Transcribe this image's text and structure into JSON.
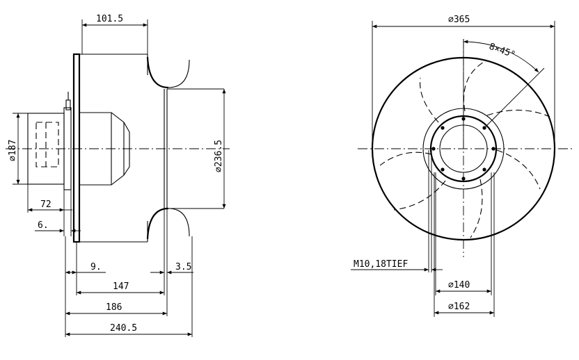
{
  "side_view": {
    "dims": {
      "top_width": "101.5",
      "hub_diameter": "⌀187",
      "inlet_diameter": "⌀236.5",
      "motor_len": "72",
      "flange": "6.",
      "gap_left": "9.",
      "gap_right": "3.5",
      "body_len": "147",
      "overall_len_a": "186",
      "overall_len_b": "240.5"
    }
  },
  "front_view": {
    "dims": {
      "outer_diameter": "⌀365",
      "holes_angle": "8×45°",
      "thread": "M10,18TIEF",
      "inner_diameter": "⌀140",
      "bolt_circle": "⌀162"
    }
  }
}
